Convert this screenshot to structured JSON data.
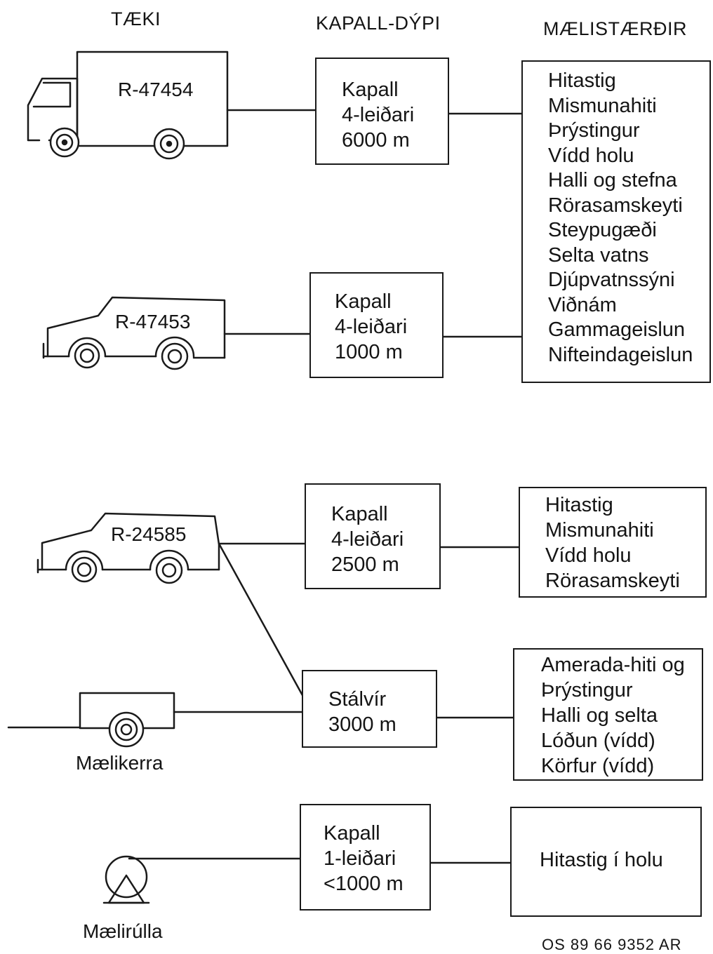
{
  "headers": {
    "equipment": "TÆKI",
    "cable_depth": "KAPALL-DÝPI",
    "measurements": "MÆLISTÆRÐIR"
  },
  "vehicles": {
    "truck": {
      "plate": "R-47454"
    },
    "jeep_1": {
      "plate": "R-47453"
    },
    "jeep_2": {
      "plate": "R-24585"
    },
    "trailer": {
      "label": "Mælikerra"
    },
    "reel": {
      "label": "Mælirúlla"
    }
  },
  "cables": [
    {
      "lines": [
        "Kapall",
        "4-leiðari",
        "6000 m"
      ]
    },
    {
      "lines": [
        "Kapall",
        "4-leiðari",
        "1000 m"
      ]
    },
    {
      "lines": [
        "Kapall",
        "4-leiðari",
        "2500 m"
      ]
    },
    {
      "lines": [
        "Stálvír",
        "3000 m"
      ]
    },
    {
      "lines": [
        "Kapall",
        "1-leiðari",
        "<1000 m"
      ]
    }
  ],
  "measurements": [
    {
      "lines": [
        "Hitastig",
        "Mismunahiti",
        "Þrýstingur",
        "Vídd holu",
        "Halli og stefna",
        "Rörasamskeyti",
        "Steypugæði",
        "Selta vatns",
        "Djúpvatnssýni",
        "Viðnám",
        "Gammageislun",
        "Nifteindageislun"
      ]
    },
    {
      "lines": [
        "Hitastig",
        "Mismunahiti",
        "Vídd holu",
        "Rörasamskeyti"
      ]
    },
    {
      "lines": [
        "Amerada-hiti og",
        "Þrýstingur",
        "Halli og selta",
        "Lóðun (vídd)",
        "Körfur (vídd)"
      ]
    },
    {
      "lines": [
        "Hitastig í holu"
      ]
    }
  ],
  "reference": "OS 89 66 9352 AR"
}
